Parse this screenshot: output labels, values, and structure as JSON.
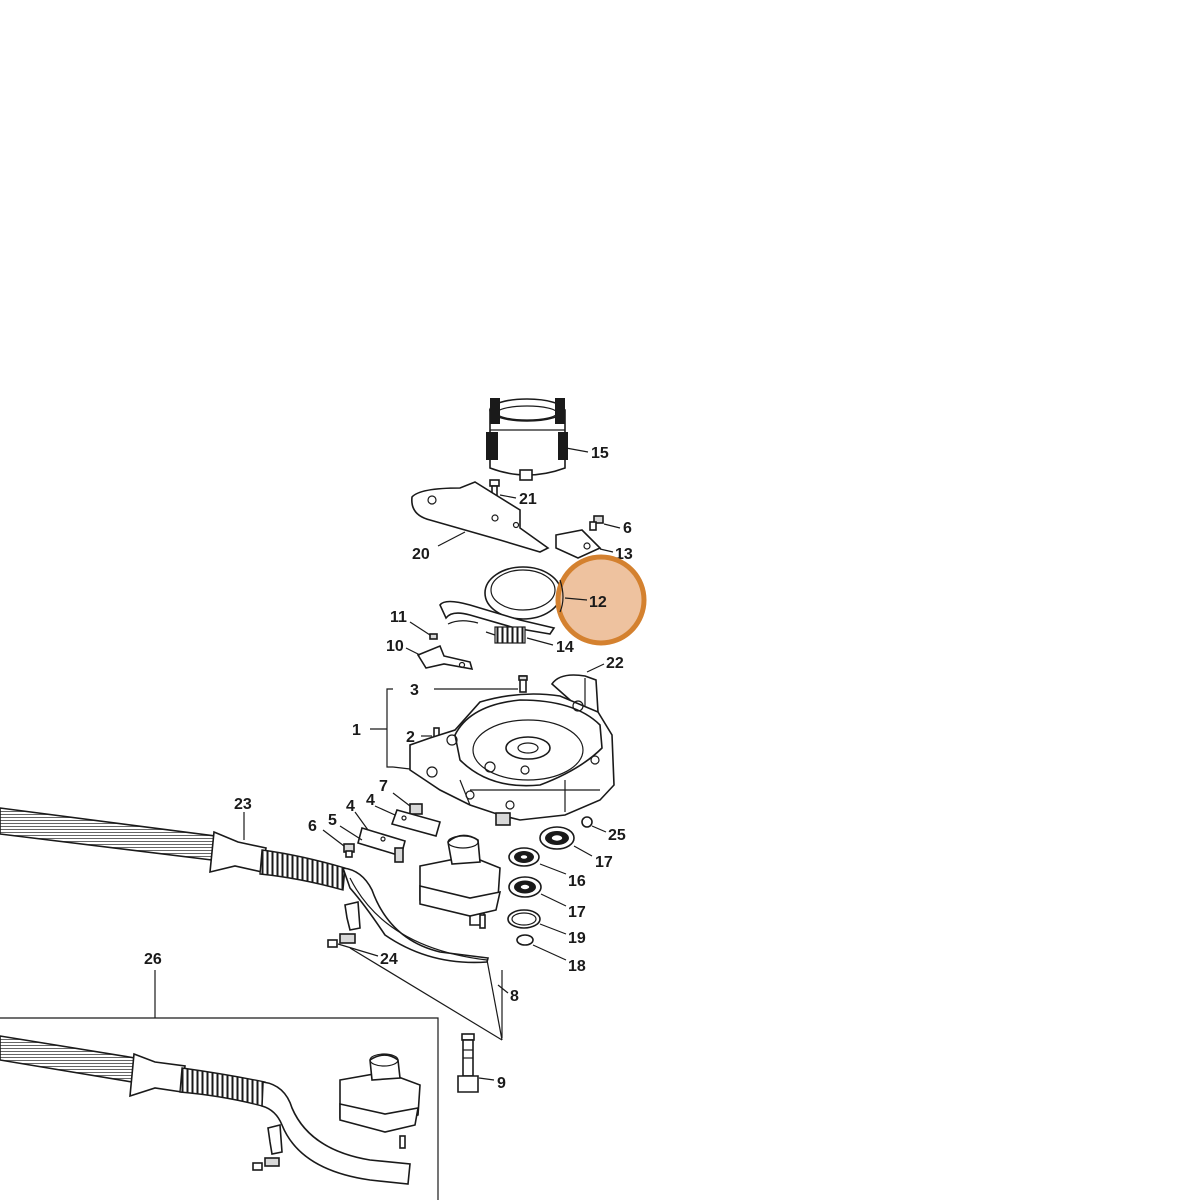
{
  "colors": {
    "highlight_fill": "#eec29f",
    "highlight_stroke": "#d4812f",
    "line": "#1a1a1a",
    "background": "#ffffff"
  },
  "highlighted_callout": "12",
  "callouts": {
    "c1": "1",
    "c2": "2",
    "c3": "3",
    "c4a": "4",
    "c4b": "4",
    "c5": "5",
    "c6a": "6",
    "c6b": "6",
    "c7": "7",
    "c8": "8",
    "c9": "9",
    "c10": "10",
    "c11": "11",
    "c12": "12",
    "c13": "13",
    "c14": "14",
    "c15": "15",
    "c16": "16",
    "c17a": "17",
    "c17b": "17",
    "c18": "18",
    "c19": "19",
    "c20": "20",
    "c21": "21",
    "c22": "22",
    "c23": "23",
    "c24": "24",
    "c25": "25",
    "c26": "26"
  }
}
